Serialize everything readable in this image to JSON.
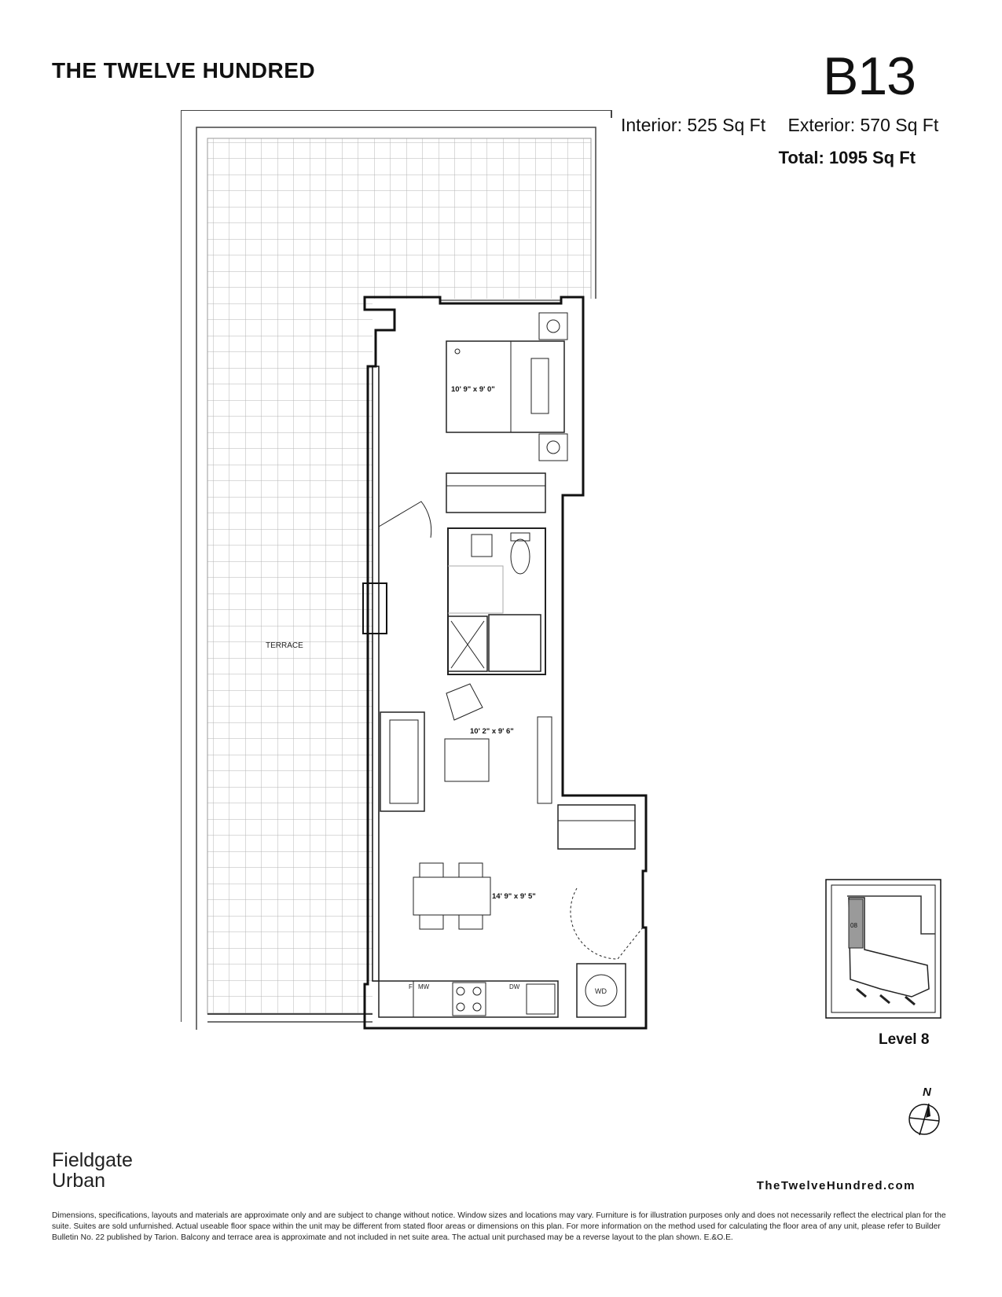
{
  "header": {
    "project_name": "THE TWELVE HUNDRED",
    "unit_code": "B13",
    "interior_area": "Interior: 525 Sq Ft",
    "exterior_area": "Exterior: 570 Sq Ft",
    "total_area": "Total: 1095 Sq Ft"
  },
  "floorplan": {
    "bedroom_dimensions": "10' 9\" x 9' 0\"",
    "living_dimensions": "10' 2\" x 9' 6\"",
    "dining_dimensions": "14' 9\" x 9' 5\"",
    "terrace_label": "TERRACE",
    "fridge_label": "F",
    "microwave_label": "MW",
    "dishwasher_label": "DW",
    "washer_dryer_label": "WD"
  },
  "key_plan": {
    "unit_number": "08",
    "level": "Level 8"
  },
  "compass": {
    "label": "N"
  },
  "footer": {
    "brand_line1": "Fieldgate",
    "brand_line2": "Urban",
    "website": "TheTwelveHundred.com",
    "disclaimer": "Dimensions, specifications, layouts and materials are approximate only and are subject to change without notice. Window sizes and locations may vary. Furniture is for illustration purposes only and does not necessarily reflect the electrical plan for the suite. Suites are sold unfurnished. Actual useable floor space within the unit may be different from stated floor areas or dimensions on this plan. For more information on the method used for calculating the floor area of any unit, please refer to Builder Bulletin No. 22 published by Tarion. Balcony and terrace area is approximate and not included in net suite area. The actual unit purchased may be a reverse layout to the plan shown. E.&O.E."
  }
}
